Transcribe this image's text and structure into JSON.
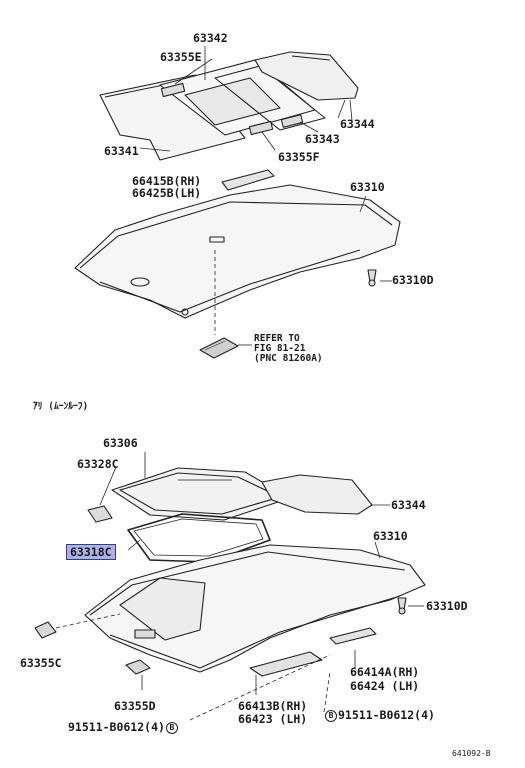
{
  "labels": {
    "p63342": "63342",
    "p63355e": "63355E",
    "p63344a": "63344",
    "p63343": "63343",
    "p63341": "63341",
    "p63355f": "63355F",
    "p66415b": "66415B(RH)",
    "p66425b": "66425B(LH)",
    "p63310a": "63310",
    "p63310da": "63310D",
    "refer1": "REFER TO",
    "refer2": "FIG 81-21",
    "refer3": "(PNC 81260A)",
    "sectionNote": "ｱﾘ (ﾑｰﾝﾙｰﾌ)",
    "p63306": "63306",
    "p63328c": "63328C",
    "p63344b": "63344",
    "p63318c": "63318C",
    "p63310b": "63310",
    "p63310db": "63310D",
    "p63355c": "63355C",
    "p66414a": "66414A(RH)",
    "p66424": "66424  (LH)",
    "p63355d": "63355D",
    "p66413b": "66413B(RH)",
    "p66423": "66423  (LH)",
    "bolt1": "91511-B0612(4)",
    "bolt1mark": "B",
    "bolt2": "91511-B0612(4)",
    "bolt2mark": "B",
    "docno": "641092-B"
  },
  "colors": {
    "line": "#222222",
    "highlight": "#aab2e8",
    "panelFill": "#f4f4f4"
  }
}
